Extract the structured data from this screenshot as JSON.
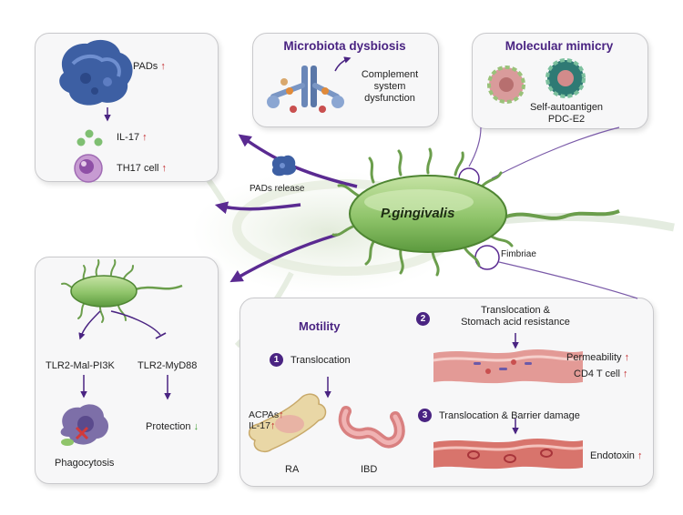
{
  "labels": {
    "pads": "PADs",
    "il17": "IL-17",
    "th17": "TH17 cell",
    "pads_release": "PADs release",
    "microbiota_title": "Microbiota dysbiosis",
    "complement": "Complement\nsystem\ndysfunction",
    "mimicry_title": "Molecular mimicry",
    "self_autoantigen": "Self-autoantigen\nPDC-E2",
    "pathogen": "P.gingivalis",
    "fimbriae": "Fimbriae",
    "tlr2_mal": "TLR2-Mal-PI3K",
    "tlr2_myd88": "TLR2-MyD88",
    "phagocytosis": "Phagocytosis",
    "protection": "Protection",
    "motility": "Motility",
    "step1_num": "1",
    "step1": "Translocation",
    "step2_num": "2",
    "step2": "Translocation &\nStomach acid resistance",
    "step3_num": "3",
    "step3": "Translocation & Barrier damage",
    "permeability": "Permeability",
    "cd4": "CD4 T cell",
    "endotoxin": "Endotoxin",
    "acpas": "ACPAs",
    "il17_ra": "IL-17",
    "ra": "RA",
    "ibd": "IBD"
  },
  "indicators": {
    "up": "↑",
    "down": "↓"
  },
  "colors": {
    "accent": "#4a2482",
    "up": "#c0262a",
    "down": "#3a9b2e",
    "bacteria": "#8fc46a"
  }
}
